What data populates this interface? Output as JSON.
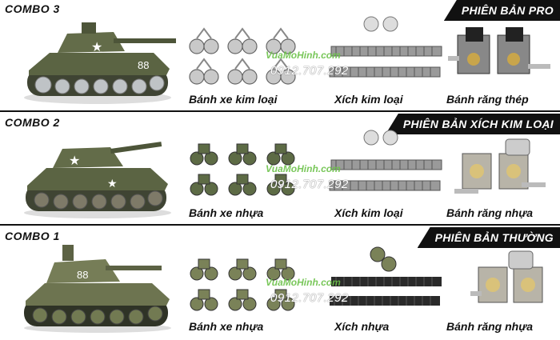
{
  "panels": [
    {
      "combo": "COMBO 3",
      "badge": "PHIÊN BẢN PRO",
      "wheels_caption": "Bánh xe kim loại",
      "track_caption": "Xích kim loại",
      "gear_caption": "Bánh răng thép",
      "tank_number": "88",
      "wheel_color": "#c9c9c9",
      "track_color": "#9a9a9a"
    },
    {
      "combo": "COMBO 2",
      "badge": "PHIÊN BẢN XÍCH KIM LOẠI",
      "wheels_caption": "Bánh xe nhựa",
      "track_caption": "Xích kim loại",
      "gear_caption": "Bánh răng nhựa",
      "tank_number": "",
      "wheel_color": "#5d6b45",
      "track_color": "#9a9a9a"
    },
    {
      "combo": "COMBO 1",
      "badge": "PHIÊN BẢN THƯỜNG",
      "wheels_caption": "Bánh xe nhựa",
      "track_caption": "Xích nhựa",
      "gear_caption": "Bánh răng nhựa",
      "tank_number": "88",
      "wheel_color": "#7a8258",
      "track_color": "#2a2a2a"
    }
  ],
  "watermark": {
    "site": "VuaMoHinh.com",
    "phone": "0912.707.292"
  },
  "colors": {
    "tank_green": "#5b6443",
    "badge_bg": "#111111"
  }
}
